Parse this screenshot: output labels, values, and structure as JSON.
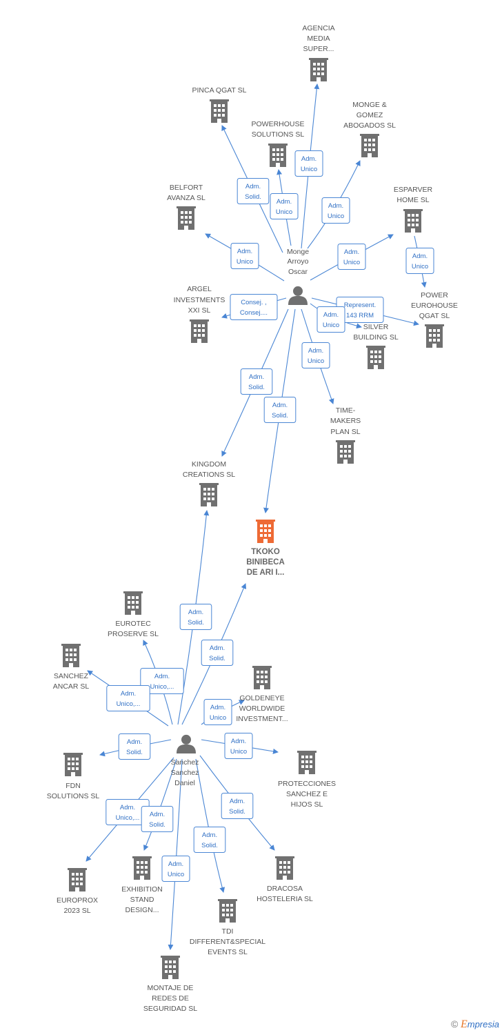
{
  "persons": [
    {
      "id": "monge",
      "lines": [
        "Monge",
        "Arroyo",
        "Oscar"
      ]
    },
    {
      "id": "sanchez",
      "lines": [
        "Sanchez",
        "Sanchez",
        "Daniel"
      ]
    }
  ],
  "companies": [
    {
      "id": "agencia",
      "lines": [
        "AGENCIA",
        "MEDIA",
        "SUPER..."
      ]
    },
    {
      "id": "pinca",
      "lines": [
        "PINCA QGAT  SL"
      ]
    },
    {
      "id": "powerhouse",
      "lines": [
        "POWERHOUSE",
        "SOLUTIONS  SL"
      ]
    },
    {
      "id": "monge_gomez",
      "lines": [
        "MONGE &",
        "GOMEZ",
        "ABOGADOS SL"
      ]
    },
    {
      "id": "belfort",
      "lines": [
        "BELFORT",
        "AVANZA  SL"
      ]
    },
    {
      "id": "esparver",
      "lines": [
        "ESPARVER",
        "HOME  SL"
      ]
    },
    {
      "id": "argel",
      "lines": [
        "ARGEL",
        "INVESTMENTS",
        "XXI SL"
      ]
    },
    {
      "id": "power_eurohouse",
      "lines": [
        "POWER",
        "EUROHOUSE",
        "QGAT  SL"
      ]
    },
    {
      "id": "silver",
      "lines": [
        "SILVER",
        "BUILDING SL"
      ]
    },
    {
      "id": "timemakers",
      "lines": [
        "TIME-",
        "MAKERS",
        "PLAN  SL"
      ]
    },
    {
      "id": "kingdom",
      "lines": [
        "KINGDOM",
        "CREATIONS  SL"
      ]
    },
    {
      "id": "tkoko",
      "lines": [
        "TKOKO",
        "BINIBECA",
        "DE ARI I..."
      ],
      "main": true
    },
    {
      "id": "eurotec",
      "lines": [
        "EUROTEC",
        "PROSERVE  SL"
      ]
    },
    {
      "id": "sanchez_ancar",
      "lines": [
        "SANCHEZ",
        "ANCAR  SL"
      ]
    },
    {
      "id": "goldeneye",
      "lines": [
        "GOLDENEYE",
        "WORLDWIDE",
        "INVESTMENT..."
      ]
    },
    {
      "id": "fdn",
      "lines": [
        "FDN",
        "SOLUTIONS  SL"
      ]
    },
    {
      "id": "protecciones",
      "lines": [
        "PROTECCIONES",
        "SANCHEZ E",
        "HIJOS  SL"
      ]
    },
    {
      "id": "dracosa",
      "lines": [
        "DRACOSA",
        "HOSTELERIA SL"
      ]
    },
    {
      "id": "europrox",
      "lines": [
        "EUROPROX",
        "2023  SL"
      ]
    },
    {
      "id": "exhibition",
      "lines": [
        "EXHIBITION",
        "STAND",
        "DESIGN..."
      ]
    },
    {
      "id": "tdi",
      "lines": [
        "TDI",
        "DIFFERENT&SPECIAL",
        "EVENTS  SL"
      ]
    },
    {
      "id": "montaje",
      "lines": [
        "MONTAJE DE",
        "REDES DE",
        "SEGURIDAD SL"
      ]
    }
  ],
  "edges": [
    {
      "from": "monge",
      "to": "agencia",
      "role": [
        "Adm.",
        "Unico"
      ]
    },
    {
      "from": "monge",
      "to": "pinca",
      "role": [
        "Adm.",
        "Solid."
      ]
    },
    {
      "from": "monge",
      "to": "powerhouse",
      "role": [
        "Adm.",
        "Unico"
      ]
    },
    {
      "from": "monge",
      "to": "monge_gomez",
      "role": [
        "Adm.",
        "Unico"
      ]
    },
    {
      "from": "monge",
      "to": "belfort",
      "role": [
        "Adm.",
        "Unico"
      ]
    },
    {
      "from": "monge",
      "to": "esparver",
      "role": [
        "Adm.",
        "Unico"
      ]
    },
    {
      "from": "monge",
      "to": "argel",
      "role": [
        "Consej. ,",
        "Consej...."
      ]
    },
    {
      "from": "monge",
      "to": "power_eurohouse",
      "role": [
        "Represent.",
        "143 RRM"
      ]
    },
    {
      "from": "esparver",
      "to": "power_eurohouse",
      "role": [
        "Adm.",
        "Unico"
      ]
    },
    {
      "from": "monge",
      "to": "silver",
      "role": [
        "Adm.",
        "Unico"
      ]
    },
    {
      "from": "monge",
      "to": "timemakers",
      "role": [
        "Adm.",
        "Unico"
      ]
    },
    {
      "from": "monge",
      "to": "kingdom",
      "role": [
        "Adm.",
        "Solid."
      ]
    },
    {
      "from": "monge",
      "to": "tkoko",
      "role": [
        "Adm.",
        "Solid."
      ]
    },
    {
      "from": "sanchez",
      "to": "kingdom",
      "role": [
        "Adm.",
        "Solid."
      ]
    },
    {
      "from": "sanchez",
      "to": "tkoko",
      "role": [
        "Adm.",
        "Solid."
      ]
    },
    {
      "from": "sanchez",
      "to": "eurotec",
      "role": [
        "Adm.",
        "Unico,..."
      ]
    },
    {
      "from": "sanchez",
      "to": "sanchez_ancar",
      "role": [
        "Adm.",
        "Unico,..."
      ]
    },
    {
      "from": "sanchez",
      "to": "goldeneye",
      "role": [
        "Adm.",
        "Unico"
      ]
    },
    {
      "from": "sanchez",
      "to": "fdn",
      "role": [
        "Adm.",
        "Solid."
      ]
    },
    {
      "from": "sanchez",
      "to": "protecciones",
      "role": [
        "Adm.",
        "Unico"
      ]
    },
    {
      "from": "sanchez",
      "to": "dracosa",
      "role": [
        "Adm.",
        "Solid."
      ]
    },
    {
      "from": "sanchez",
      "to": "europrox",
      "role": [
        "Adm.",
        "Unico,..."
      ]
    },
    {
      "from": "sanchez",
      "to": "exhibition",
      "role": [
        "Adm.",
        "Solid."
      ]
    },
    {
      "from": "sanchez",
      "to": "tdi",
      "role": [
        "Adm.",
        "Solid."
      ]
    },
    {
      "from": "sanchez",
      "to": "montaje",
      "role": [
        "Adm.",
        "Unico"
      ]
    }
  ],
  "colors": {
    "edge": "#4a86d4",
    "role_text": "#2f6fc4",
    "building": "#707070",
    "building_main": "#ee6a35",
    "person": "#707070",
    "label": "#555555"
  },
  "footer": {
    "copyright": "©",
    "brand_initial": "E",
    "brand_rest": "mpresia"
  }
}
